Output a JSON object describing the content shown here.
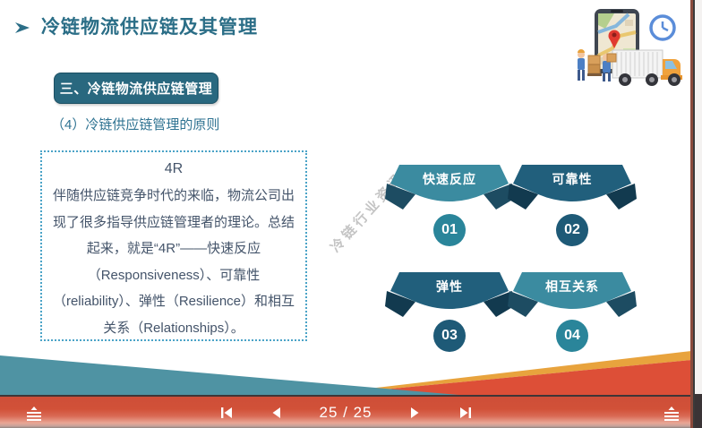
{
  "slide": {
    "header": {
      "arrow_icon": "right-arrow",
      "title": "冷链物流供应链及其管理"
    },
    "section_button": {
      "label": "三、冷链物流供应链管理"
    },
    "subtitle": "（4）冷链供应链管理的原则",
    "principle_box": {
      "heading": "4R",
      "body": "伴随供应链竞争时代的来临，物流公司出现了很多指导供应链管理者的理论。总结起来，就是“4R”——快速反应（Responsiveness）、可靠性（reliability）、弹性（Resilience）和相互关系（Relationships）。"
    },
    "watermark": "冷链行业资讯",
    "principles": [
      {
        "label": "快速反应",
        "number": "01"
      },
      {
        "label": "可靠性",
        "number": "02"
      },
      {
        "label": "弹性",
        "number": "03"
      },
      {
        "label": "相互关系",
        "number": "04"
      }
    ],
    "illustration": {
      "name": "logistics-phone-map-clock-truck"
    }
  },
  "player": {
    "page_indicator": "25 / 25",
    "controls": {
      "first": "skip-to-first",
      "prev": "previous-slide",
      "next": "next-slide",
      "last": "skip-to-last"
    },
    "corner_menu": "panel-toggle"
  },
  "colors": {
    "title_teal": "#2b6e87",
    "section_button_bg": "#29687f",
    "box_border": "#4aa3c7",
    "body_text": "#44546a",
    "ribbon_light": "#3b8ba0",
    "ribbon_light_fold": "#1d4c62",
    "ribbon_dark": "#215f7c",
    "ribbon_dark_fold": "#123a4f",
    "circle_light": "#2a859a",
    "circle_dark": "#1e5a77",
    "toolbar_red": "#d14f37",
    "swoosh_teal": "#4f93a3",
    "swoosh_red": "#dd4f37",
    "swoosh_gold": "#e8a33d"
  }
}
